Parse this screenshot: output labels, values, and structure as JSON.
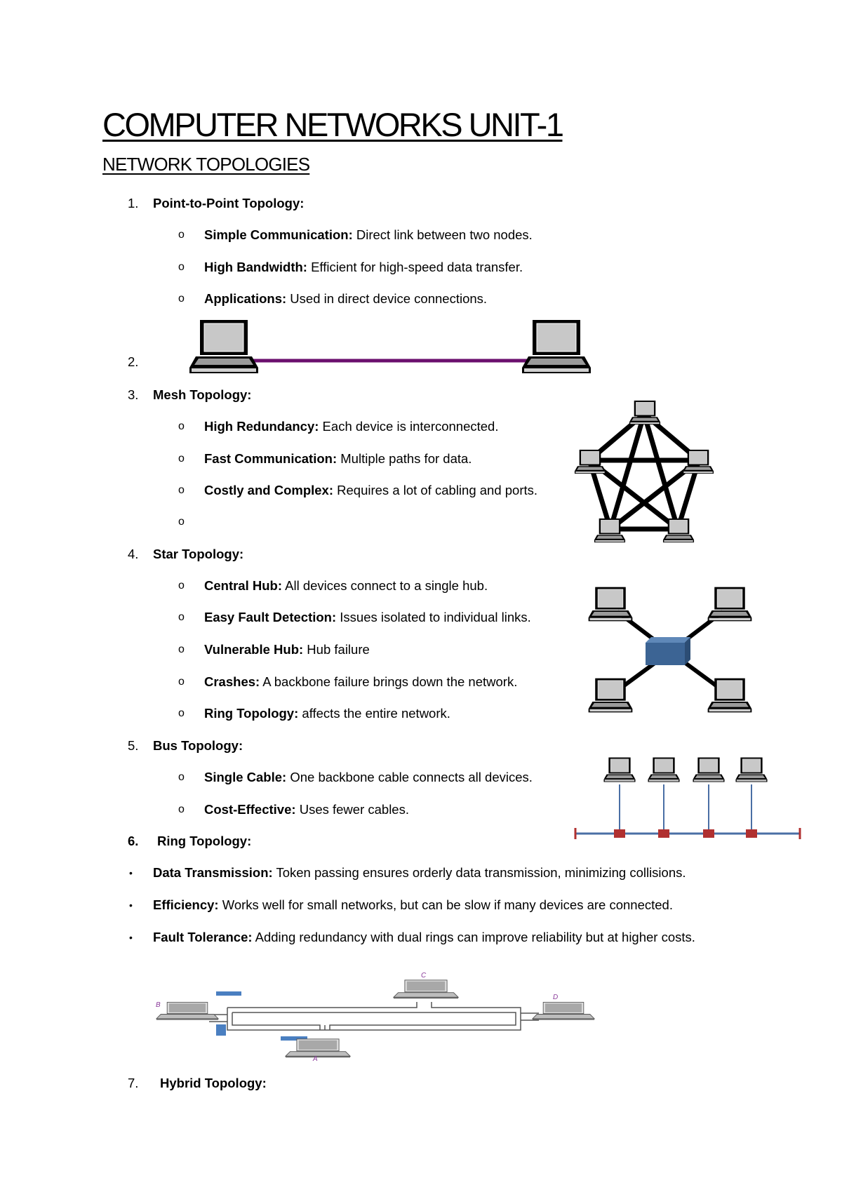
{
  "title": "COMPUTER NETWORKS UNIT-1",
  "subtitle": "NETWORK TOPOLOGIES",
  "bullet_marker": "o",
  "dot_marker": "•",
  "sections": {
    "p2p": {
      "number": "1.",
      "heading": "Point-to-Point Topology:",
      "items": [
        {
          "term": "Simple Communication:",
          "desc": " Direct link between two nodes."
        },
        {
          "term": "High Bandwidth:",
          "desc": " Efficient for high-speed data transfer."
        },
        {
          "term": "Applications:",
          "desc": " Used in direct device connections."
        }
      ]
    },
    "item2": {
      "number": "2."
    },
    "mesh": {
      "number": "3.",
      "heading": "Mesh Topology:",
      "items": [
        {
          "term": "High Redundancy:",
          "desc": " Each device is interconnected."
        },
        {
          "term": "Fast Communication:",
          "desc": " Multiple paths for data."
        },
        {
          "term": "Costly and Complex:",
          "desc": " Requires a lot of cabling and ports."
        }
      ]
    },
    "star": {
      "number": "4.",
      "heading": "Star Topology:",
      "items": [
        {
          "term": "Central Hub:",
          "desc": " All devices connect to a single hub."
        },
        {
          "term": "Easy Fault Detection:",
          "desc": " Issues isolated to individual links."
        },
        {
          "term": "Vulnerable Hub:",
          "desc": " Hub failure"
        },
        {
          "term": "Crashes:",
          "desc": " A backbone failure brings down the network."
        },
        {
          "term": "Ring Topology:",
          "desc": " affects the entire network."
        }
      ]
    },
    "bus": {
      "number": "5.",
      "heading": "Bus Topology:",
      "items": [
        {
          "term": "Single Cable:",
          "desc": " One backbone cable connects all devices."
        },
        {
          "term": "Cost-Effective:",
          "desc": " Uses fewer cables."
        }
      ]
    },
    "ring": {
      "number": "6.",
      "heading": "Ring Topology:",
      "items": [
        {
          "term": "Data Transmission:",
          "desc": " Token passing ensures orderly data transmission, minimizing collisions."
        },
        {
          "term": "Efficiency:",
          "desc": " Works well for small networks, but can be slow if many devices are connected."
        },
        {
          "term": "Fault Tolerance:",
          "desc": " Adding redundancy with dual rings can improve reliability but at higher costs."
        }
      ]
    },
    "hybrid": {
      "number": "7.",
      "heading": "Hybrid Topology:"
    }
  },
  "ring_diagram_labels": {
    "left": "B",
    "top": "C",
    "right": "D",
    "bottom": "A"
  },
  "colors": {
    "p2p_link": "#6b0f6e",
    "hub": "#3c6494",
    "bus_line": "#4a6fa5",
    "bus_tap": "#b03030",
    "ring_accent": "#4a7fc1",
    "ring_label": "#8a3a9a"
  }
}
